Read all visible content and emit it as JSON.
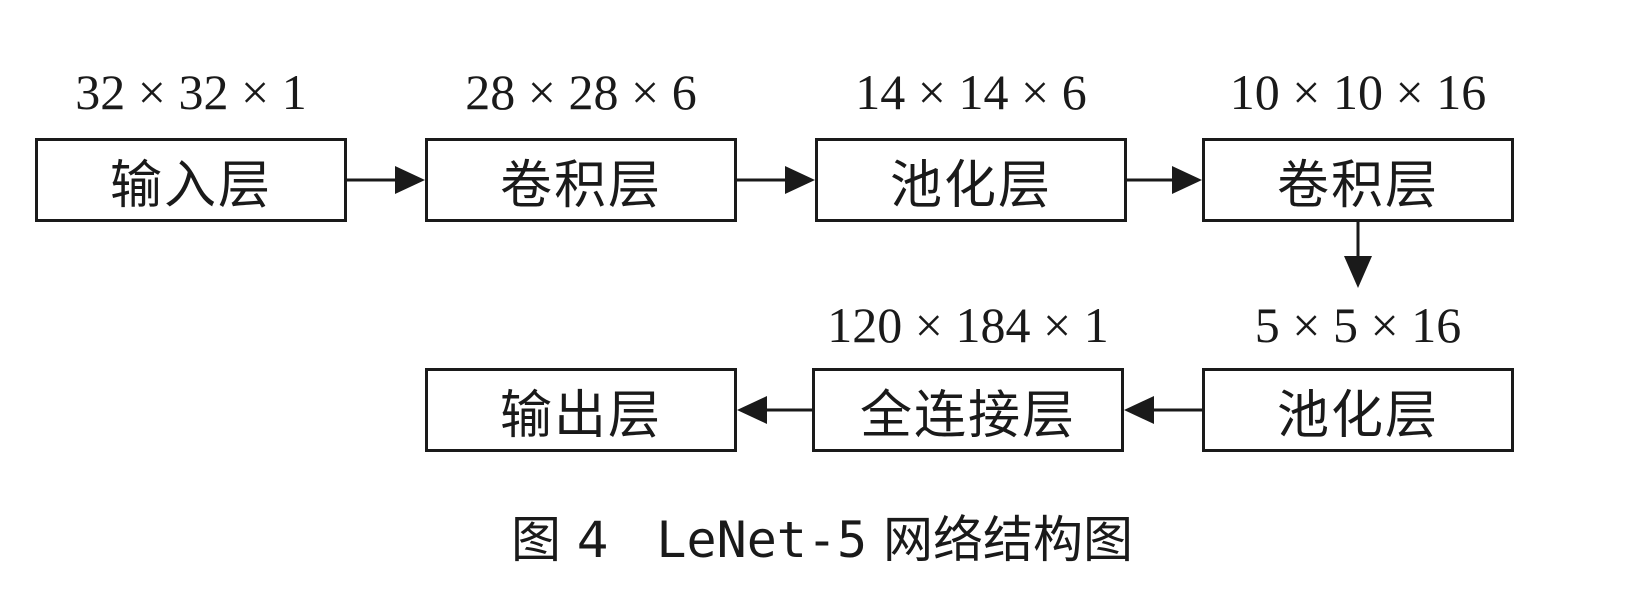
{
  "diagram": {
    "row1": [
      {
        "dims": "32 × 32 × 1",
        "label": "输入层"
      },
      {
        "dims": "28 × 28 × 6",
        "label": "卷积层"
      },
      {
        "dims": "14 × 14 × 6",
        "label": "池化层"
      },
      {
        "dims": "10 × 10 × 16",
        "label": "卷积层"
      }
    ],
    "row2": [
      {
        "dims": "",
        "label": "输出层"
      },
      {
        "dims": "120 × 184 × 1",
        "label": "全连接层"
      },
      {
        "dims": "5 × 5 × 16",
        "label": "池化层"
      }
    ]
  },
  "caption": {
    "figure_no": "图 4",
    "model": "LeNet-5",
    "title": "网络结构图"
  }
}
